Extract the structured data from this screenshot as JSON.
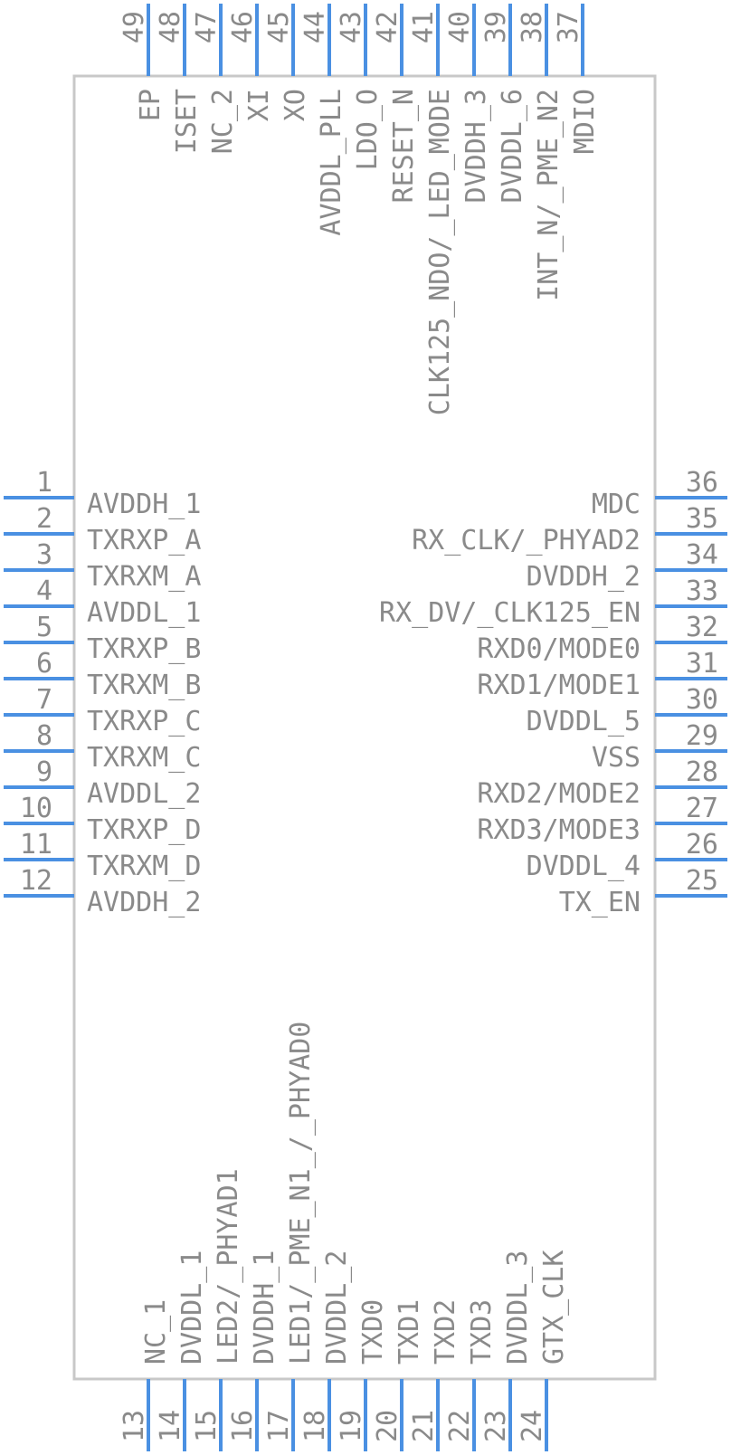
{
  "colors": {
    "pin": "#4a90e2",
    "body_outline": "#c8c8c8",
    "text": "#8a8a8a",
    "background": "#ffffff"
  },
  "pins": {
    "left": [
      {
        "num": "1",
        "label": "AVDDH_1"
      },
      {
        "num": "2",
        "label": "TXRXP_A"
      },
      {
        "num": "3",
        "label": "TXRXM_A"
      },
      {
        "num": "4",
        "label": "AVDDL_1"
      },
      {
        "num": "5",
        "label": "TXRXP_B"
      },
      {
        "num": "6",
        "label": "TXRXM_B"
      },
      {
        "num": "7",
        "label": "TXRXP_C"
      },
      {
        "num": "8",
        "label": "TXRXM_C"
      },
      {
        "num": "9",
        "label": "AVDDL_2"
      },
      {
        "num": "10",
        "label": "TXRXP_D"
      },
      {
        "num": "11",
        "label": "TXRXM_D"
      },
      {
        "num": "12",
        "label": "AVDDH_2"
      }
    ],
    "right": [
      {
        "num": "36",
        "label": "MDC"
      },
      {
        "num": "35",
        "label": "RX_CLK/_PHYAD2"
      },
      {
        "num": "34",
        "label": "DVDDH_2"
      },
      {
        "num": "33",
        "label": "RX_DV/_CLK125_EN"
      },
      {
        "num": "32",
        "label": "RXD0/MODE0"
      },
      {
        "num": "31",
        "label": "RXD1/MODE1"
      },
      {
        "num": "30",
        "label": "DVDDL_5"
      },
      {
        "num": "29",
        "label": "VSS"
      },
      {
        "num": "28",
        "label": "RXD2/MODE2"
      },
      {
        "num": "27",
        "label": "RXD3/MODE3"
      },
      {
        "num": "26",
        "label": "DVDDL_4"
      },
      {
        "num": "25",
        "label": "TX_EN"
      }
    ],
    "bottom": [
      {
        "num": "13",
        "label": "NC_1"
      },
      {
        "num": "14",
        "label": "DVDDL_1"
      },
      {
        "num": "15",
        "label": "LED2/_PHYAD1"
      },
      {
        "num": "16",
        "label": "DVDDH_1"
      },
      {
        "num": "17",
        "label": "LED1/_PME_N1_/_PHYAD0"
      },
      {
        "num": "18",
        "label": "DVDDL_2"
      },
      {
        "num": "19",
        "label": "TXD0"
      },
      {
        "num": "20",
        "label": "TXD1"
      },
      {
        "num": "21",
        "label": "TXD2"
      },
      {
        "num": "22",
        "label": "TXD3"
      },
      {
        "num": "23",
        "label": "DVDDL_3"
      },
      {
        "num": "24",
        "label": "GTX_CLK"
      }
    ],
    "top": [
      {
        "num": "49",
        "label": "EP"
      },
      {
        "num": "48",
        "label": "ISET"
      },
      {
        "num": "47",
        "label": "NC_2"
      },
      {
        "num": "46",
        "label": "XI"
      },
      {
        "num": "45",
        "label": "XO"
      },
      {
        "num": "44",
        "label": "AVDDL_PLL"
      },
      {
        "num": "43",
        "label": "LDO_O"
      },
      {
        "num": "42",
        "label": "RESET_N"
      },
      {
        "num": "41",
        "label": "CLK125_NDO/_LED_MODE"
      },
      {
        "num": "40",
        "label": "DVDDH_3"
      },
      {
        "num": "39",
        "label": "DVDDL_6"
      },
      {
        "num": "38",
        "label": "INT_N/_PME_N2"
      },
      {
        "num": "37",
        "label": "MDIO"
      }
    ]
  }
}
